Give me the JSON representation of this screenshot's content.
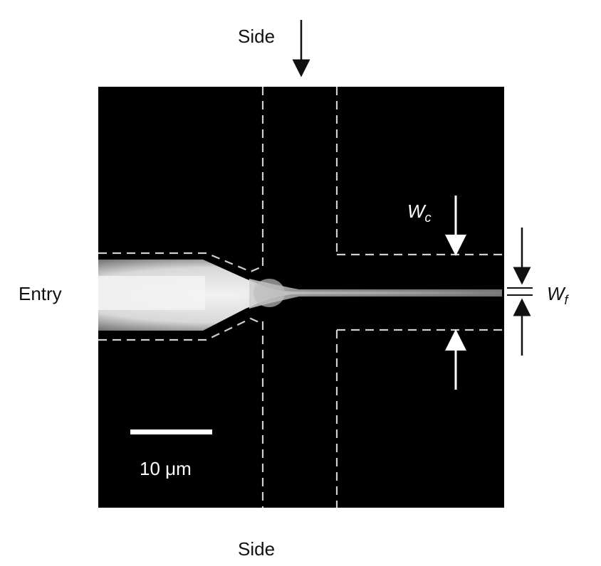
{
  "labels": {
    "side_top": "Side",
    "side_bottom": "Side",
    "entry": "Entry",
    "wc_main": "W",
    "wc_sub": "c",
    "wf_main": "W",
    "wf_sub": "f",
    "scale_bar": "10 μm"
  },
  "colors": {
    "background": "#ffffff",
    "micrograph": "#000000",
    "channel_outline": "#cfcfcf",
    "stream": "#e8e8e8",
    "annotation": "#111111",
    "scale_bar": "#ffffff"
  }
}
